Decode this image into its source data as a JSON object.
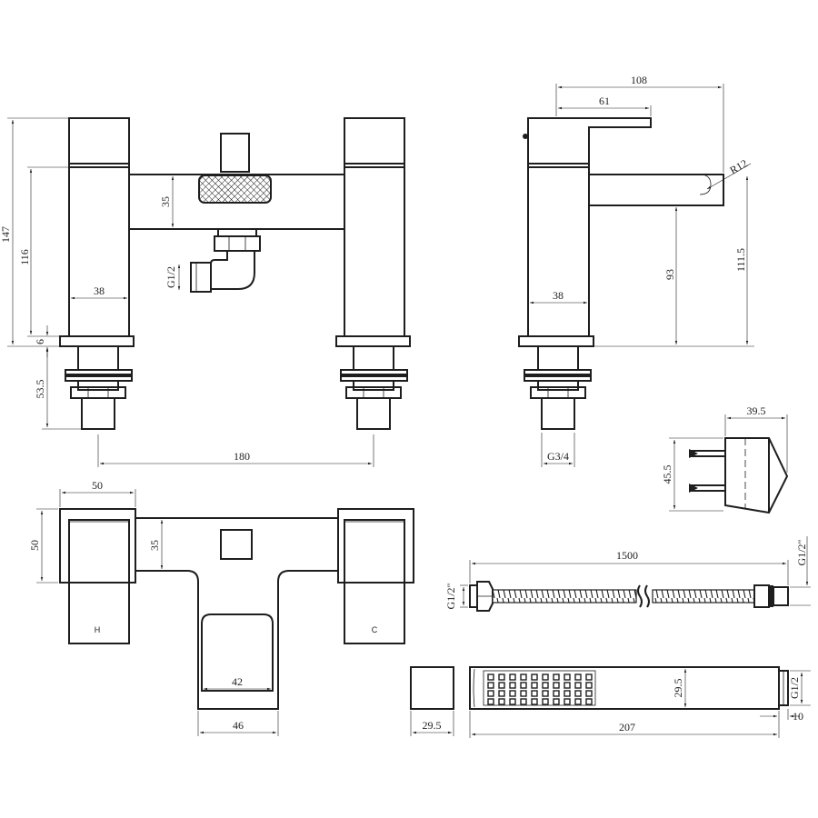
{
  "front_view": {
    "overall_height": "147",
    "body_height": "116",
    "base_plate": "6",
    "shank_length": "53.5",
    "bridge_height": "35",
    "handle_width": "38",
    "centres": "180",
    "outlet_thread": "G1/2"
  },
  "side_view": {
    "reach_total": "108",
    "lever_reach": "61",
    "spout_radius": "R12",
    "handle_width": "38",
    "spout_height": "93",
    "overall_height": "111.5",
    "inlet_thread": "G3/4"
  },
  "bracket_view": {
    "depth": "39.5",
    "height": "45.5"
  },
  "top_view": {
    "handle_width": "50",
    "handle_depth": "50",
    "bridge_depth": "35",
    "spout_inner": "42",
    "spout_outer": "46",
    "hot_label": "H",
    "cold_label": "C"
  },
  "hose_view": {
    "length": "1500",
    "thread_left": "G1/2\"",
    "thread_right": "G1/2\""
  },
  "handset_view": {
    "end_size": "29.5",
    "head_height": "29.5",
    "length": "207",
    "connector_length": "10",
    "thread": "G1/2"
  }
}
